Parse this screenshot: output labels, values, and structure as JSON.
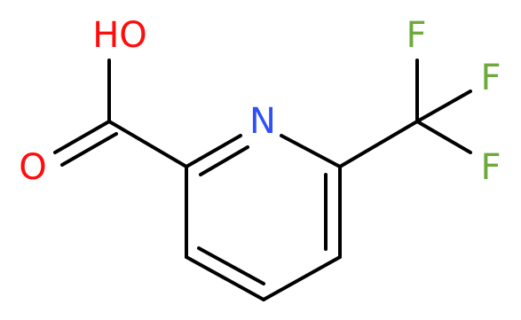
{
  "molecule": {
    "atoms": [
      {
        "id": "hydroxyl",
        "label": "HO",
        "color": "#ff0d0d"
      },
      {
        "id": "carbonyl_oxygen",
        "label": "O",
        "color": "#ff0d0d"
      },
      {
        "id": "ring_nitrogen",
        "label": "N",
        "color": "#3050f8"
      },
      {
        "id": "fluorine_1",
        "label": "F",
        "color": "#6ea93c"
      },
      {
        "id": "fluorine_2",
        "label": "F",
        "color": "#6ea93c"
      },
      {
        "id": "fluorine_3",
        "label": "F",
        "color": "#6ea93c"
      }
    ]
  }
}
